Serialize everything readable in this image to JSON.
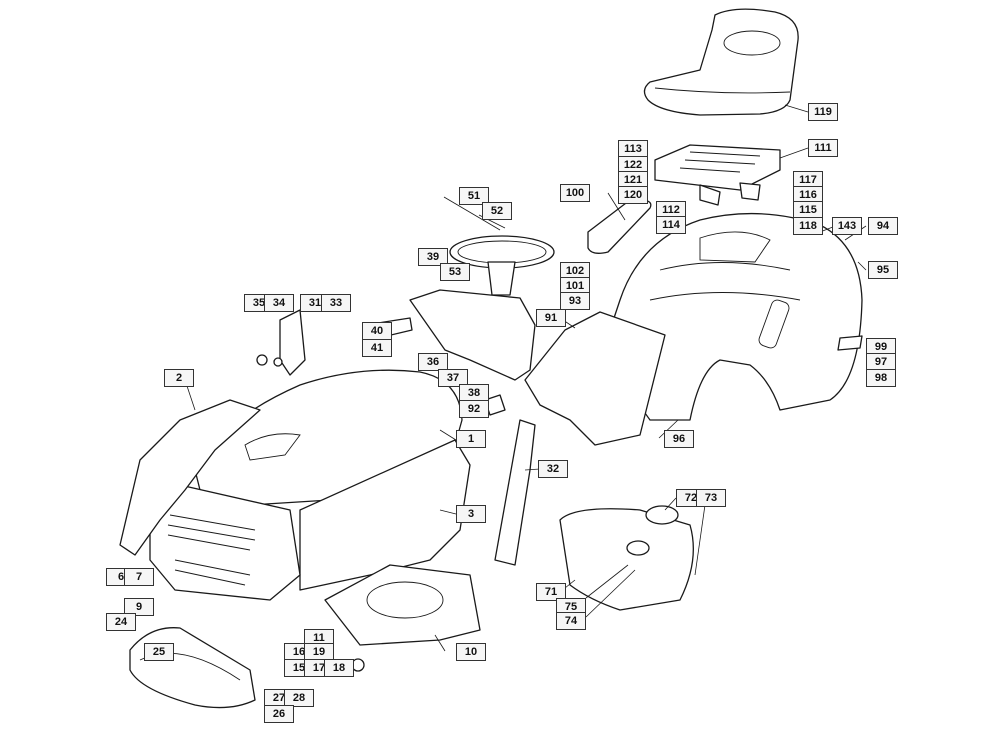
{
  "labels": [
    {
      "id": "l1",
      "text": "1"
    },
    {
      "id": "l2",
      "text": "2"
    },
    {
      "id": "l3",
      "text": "3"
    },
    {
      "id": "l6",
      "text": "6"
    },
    {
      "id": "l7",
      "text": "7"
    },
    {
      "id": "l9",
      "text": "9"
    },
    {
      "id": "l10",
      "text": "10"
    },
    {
      "id": "l11",
      "text": "11"
    },
    {
      "id": "l15",
      "text": "15"
    },
    {
      "id": "l16",
      "text": "16"
    },
    {
      "id": "l17",
      "text": "17"
    },
    {
      "id": "l18",
      "text": "18"
    },
    {
      "id": "l19",
      "text": "19"
    },
    {
      "id": "l24",
      "text": "24"
    },
    {
      "id": "l25",
      "text": "25"
    },
    {
      "id": "l26",
      "text": "26"
    },
    {
      "id": "l27",
      "text": "27"
    },
    {
      "id": "l28",
      "text": "28"
    },
    {
      "id": "l31",
      "text": "31"
    },
    {
      "id": "l32",
      "text": "32"
    },
    {
      "id": "l33",
      "text": "33"
    },
    {
      "id": "l34",
      "text": "34"
    },
    {
      "id": "l35",
      "text": "35"
    },
    {
      "id": "l36",
      "text": "36"
    },
    {
      "id": "l37",
      "text": "37"
    },
    {
      "id": "l38",
      "text": "38"
    },
    {
      "id": "l39",
      "text": "39"
    },
    {
      "id": "l40",
      "text": "40"
    },
    {
      "id": "l41",
      "text": "41"
    },
    {
      "id": "l51",
      "text": "51"
    },
    {
      "id": "l52",
      "text": "52"
    },
    {
      "id": "l53",
      "text": "53"
    },
    {
      "id": "l71",
      "text": "71"
    },
    {
      "id": "l72",
      "text": "72"
    },
    {
      "id": "l73",
      "text": "73"
    },
    {
      "id": "l74",
      "text": "74"
    },
    {
      "id": "l75",
      "text": "75"
    },
    {
      "id": "l91",
      "text": "91"
    },
    {
      "id": "l92",
      "text": "92"
    },
    {
      "id": "l93",
      "text": "93"
    },
    {
      "id": "l94",
      "text": "94"
    },
    {
      "id": "l95",
      "text": "95"
    },
    {
      "id": "l96",
      "text": "96"
    },
    {
      "id": "l97",
      "text": "97"
    },
    {
      "id": "l98",
      "text": "98"
    },
    {
      "id": "l99",
      "text": "99"
    },
    {
      "id": "l100",
      "text": "100"
    },
    {
      "id": "l101",
      "text": "101"
    },
    {
      "id": "l102",
      "text": "102"
    },
    {
      "id": "l111",
      "text": "111"
    },
    {
      "id": "l112",
      "text": "112"
    },
    {
      "id": "l113",
      "text": "113"
    },
    {
      "id": "l114",
      "text": "114"
    },
    {
      "id": "l115",
      "text": "115"
    },
    {
      "id": "l116",
      "text": "116"
    },
    {
      "id": "l117",
      "text": "117"
    },
    {
      "id": "l118",
      "text": "118"
    },
    {
      "id": "l119",
      "text": "119"
    },
    {
      "id": "l120",
      "text": "120"
    },
    {
      "id": "l121",
      "text": "121"
    },
    {
      "id": "l122",
      "text": "122"
    },
    {
      "id": "l143",
      "text": "143"
    }
  ]
}
